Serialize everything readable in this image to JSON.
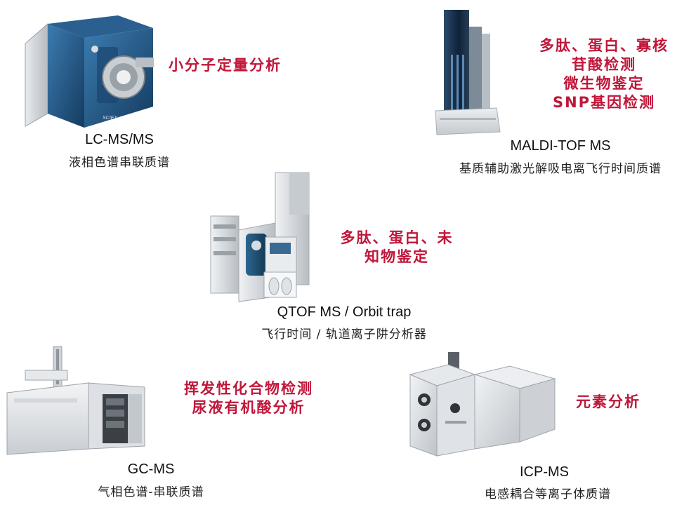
{
  "instruments": [
    {
      "name": "LC-MS/MS",
      "cn": "液相色谱串联质谱",
      "apps": [
        "小分子定量分析"
      ],
      "icon": "lc-ms-instrument-icon"
    },
    {
      "name": "MALDI-TOF MS",
      "cn": "基质辅助激光解吸电离飞行时间质谱",
      "apps": [
        "多肽、蛋白、寡核",
        "苷酸检测",
        "微生物鉴定",
        "SNP基因检测"
      ],
      "icon": "maldi-tof-instrument-icon"
    },
    {
      "name": "QTOF MS / Orbit trap",
      "cn": "飞行时间 / 轨道离子阱分析器",
      "apps": [
        "多肽、蛋白、未",
        "知物鉴定"
      ],
      "icon": "qtof-instrument-icon"
    },
    {
      "name": "GC-MS",
      "cn": "气相色谱-串联质谱",
      "apps": [
        "挥发性化合物检测",
        "尿液有机酸分析"
      ],
      "icon": "gc-ms-instrument-icon"
    },
    {
      "name": "ICP-MS",
      "cn": "电感耦合等离子体质谱",
      "apps": [
        "元素分析"
      ],
      "icon": "icp-ms-instrument-icon"
    }
  ],
  "colors": {
    "application_text": "#c0163a",
    "instrument_blue": "#1d4f7a",
    "instrument_gray": "#d8dbde"
  }
}
